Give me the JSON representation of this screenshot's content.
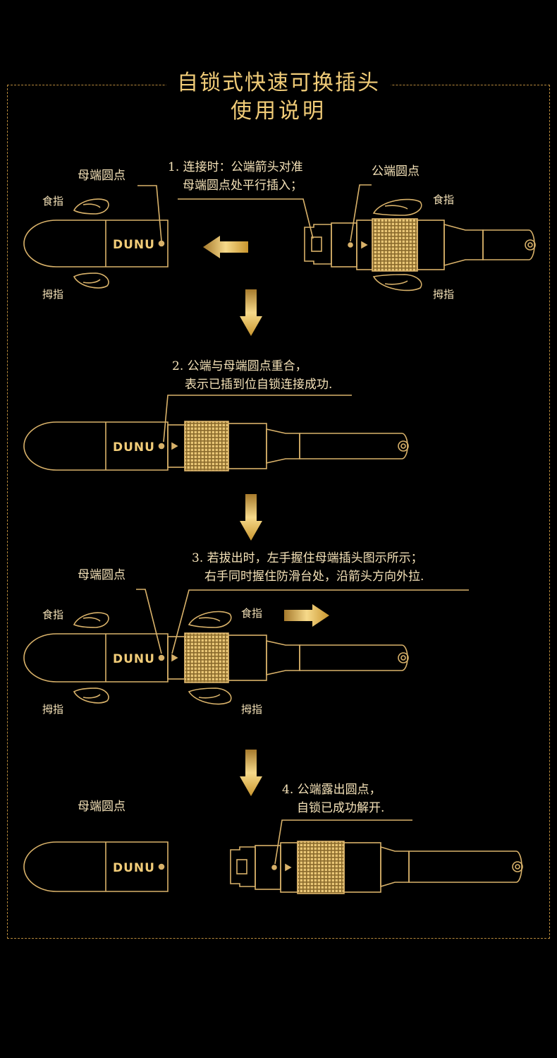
{
  "title": {
    "line1": "自锁式快速可换插头",
    "line2": "使用说明"
  },
  "brand": "DUNU",
  "steps": [
    {
      "line1": "1. 连接时：公端箭头对准",
      "line2": "母端圆点处平行插入；",
      "labels": {
        "female_dot": "母端圆点",
        "male_dot": "公端圆点",
        "index_left": "食指",
        "thumb_left": "拇指",
        "index_right": "食指",
        "thumb_right": "拇指"
      }
    },
    {
      "line1": "2. 公端与母端圆点重合，",
      "line2": "表示已插到位自锁连接成功."
    },
    {
      "line1": "3. 若拔出时，左手握住母端插头图示所示；",
      "line2": "右手同时握住防滑台处，沿箭头方向外拉.",
      "labels": {
        "female_dot": "母端圆点",
        "index_left": "食指",
        "thumb_left": "拇指",
        "index_right": "食指",
        "thumb_right": "拇指"
      }
    },
    {
      "line1": "4. 公端露出圆点，",
      "line2": "自锁已成功解开.",
      "labels": {
        "female_dot": "母端圆点"
      }
    }
  ],
  "colors": {
    "gold": "#e8c170",
    "line": "#d9b26a",
    "background": "#000000"
  }
}
